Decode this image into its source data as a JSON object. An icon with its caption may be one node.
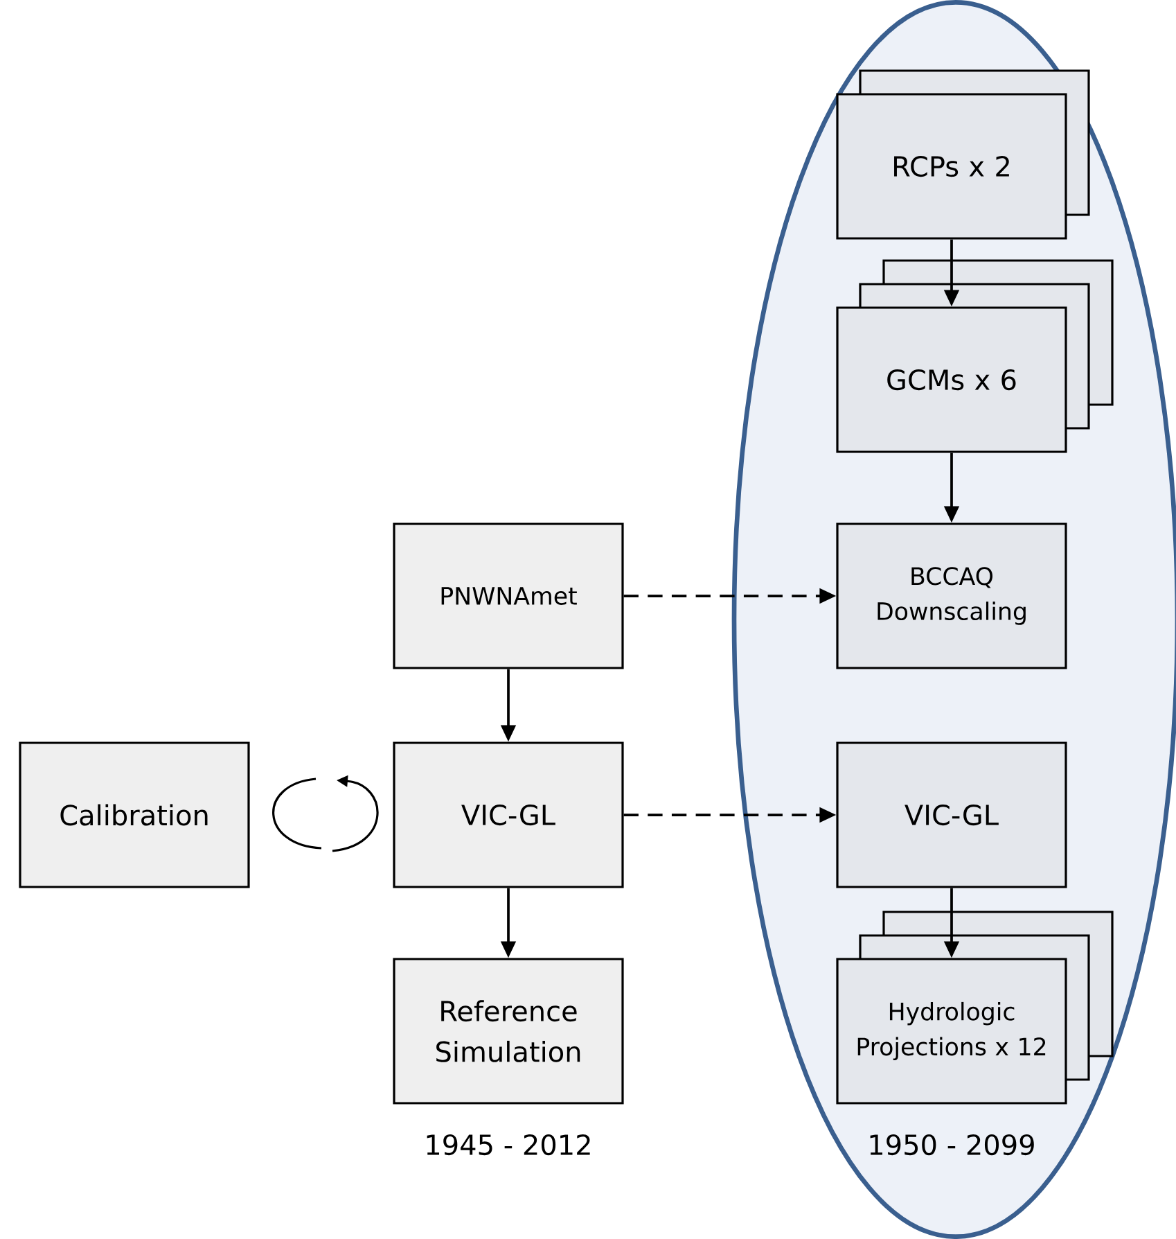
{
  "diagram": {
    "nodes": [
      {
        "text": [],
        "shape": "ellipse"
      },
      {
        "text": [
          "RCPs x 2"
        ],
        "in": 0
      },
      {
        "text": [
          "GCMs x 6"
        ],
        "in": 0
      },
      {
        "text": [
          "PNWNAmet"
        ]
      },
      {
        "text": [
          "BCCAQ Downscaling"
        ],
        "in": 0
      },
      {
        "text": [
          "Calibration"
        ]
      },
      {
        "text": [
          "VIC-GL"
        ]
      },
      {
        "text": [
          "VIC-GL"
        ],
        "in": 0
      },
      {
        "text": [
          "Reference Simulation"
        ],
        "beside": [
          "1945 - 2012"
        ]
      },
      {
        "text": [
          "Hydrologic Projections x 12"
        ],
        "in": 0,
        "beside": [
          "1950 - 2099"
        ]
      }
    ],
    "edges": [
      {
        "from": 1,
        "to": 2,
        "arrow": "to"
      },
      {
        "from": 2,
        "to": 4,
        "arrow": "to"
      },
      {
        "from": 3,
        "to": 4,
        "arrow": "to",
        "style": "dashed"
      },
      {
        "from": 3,
        "to": 6,
        "arrow": "to"
      },
      {
        "from": 6,
        "to": 7,
        "arrow": "to",
        "style": "dashed"
      },
      {
        "from": 6,
        "to": 8,
        "arrow": "to"
      },
      {
        "from": 7,
        "to": 9,
        "arrow": "to"
      }
    ]
  }
}
